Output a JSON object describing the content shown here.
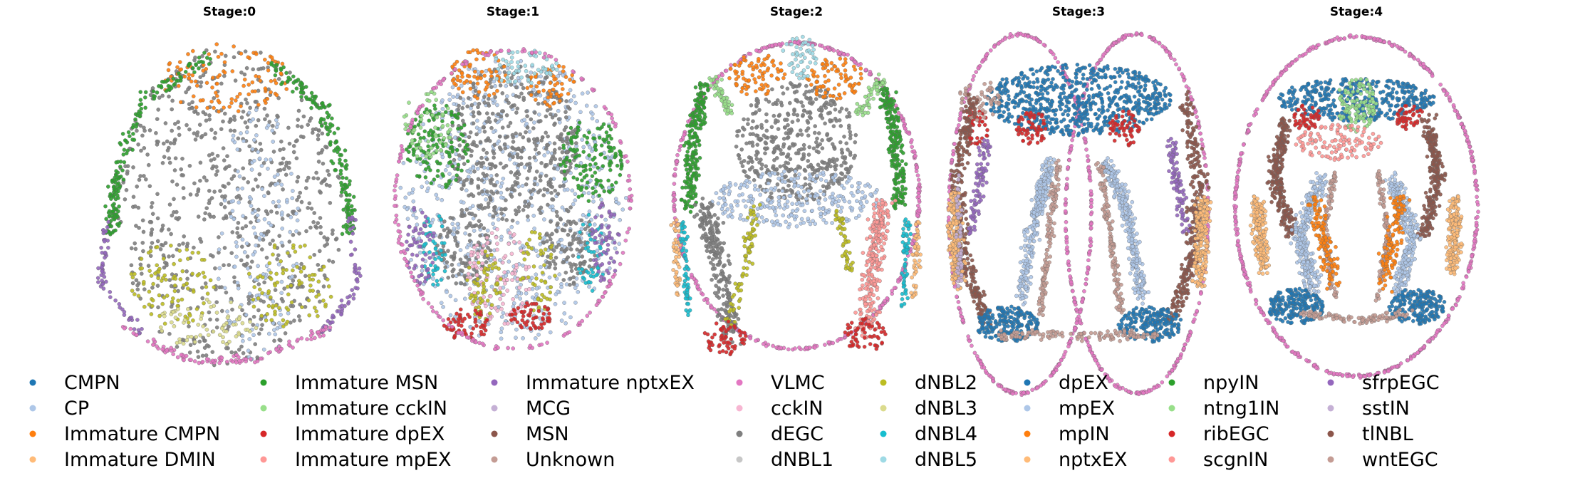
{
  "chart_data": {
    "type": "scatter",
    "description_free": true,
    "grid": false,
    "axes_visible": false,
    "legend_placement": "bottom",
    "panels": [
      {
        "title": "Stage:0",
        "outline": "none",
        "shape": "egg"
      },
      {
        "title": "Stage:1",
        "outline": "partial",
        "shape": "oval"
      },
      {
        "title": "Stage:2",
        "outline": "full",
        "shape": "u-shape"
      },
      {
        "title": "Stage:3",
        "outline": "full",
        "shape": "double-loop"
      },
      {
        "title": "Stage:4",
        "outline": "full",
        "shape": "double-loop"
      }
    ],
    "legend": [
      {
        "name": "CMPN",
        "color": "#1f77b4"
      },
      {
        "name": "CP",
        "color": "#aec7e8"
      },
      {
        "name": "Immature CMPN",
        "color": "#ff7f0e"
      },
      {
        "name": "Immature DMIN",
        "color": "#ffbb78"
      },
      {
        "name": "Immature MSN",
        "color": "#2ca02c"
      },
      {
        "name": "Immature cckIN",
        "color": "#98df8a"
      },
      {
        "name": "Immature dpEX",
        "color": "#d62728"
      },
      {
        "name": "Immature mpEX",
        "color": "#ff9896"
      },
      {
        "name": "Immature nptxEX",
        "color": "#9467bd"
      },
      {
        "name": "MCG",
        "color": "#c5b0d5"
      },
      {
        "name": "MSN",
        "color": "#8c564b"
      },
      {
        "name": "Unknown",
        "color": "#c49c94"
      },
      {
        "name": "VLMC",
        "color": "#e377c2"
      },
      {
        "name": "cckIN",
        "color": "#f7b6d2"
      },
      {
        "name": "dEGC",
        "color": "#7f7f7f"
      },
      {
        "name": "dNBL1",
        "color": "#c7c7c7"
      },
      {
        "name": "dNBL2",
        "color": "#bcbd22"
      },
      {
        "name": "dNBL3",
        "color": "#dbdb8d"
      },
      {
        "name": "dNBL4",
        "color": "#17becf"
      },
      {
        "name": "dNBL5",
        "color": "#9edae5"
      },
      {
        "name": "dpEX",
        "color": "#1f77b4"
      },
      {
        "name": "mpEX",
        "color": "#aec7e8"
      },
      {
        "name": "mpIN",
        "color": "#ff7f0e"
      },
      {
        "name": "nptxEX",
        "color": "#ffbb78"
      },
      {
        "name": "npyIN",
        "color": "#2ca02c"
      },
      {
        "name": "ntng1IN",
        "color": "#98df8a"
      },
      {
        "name": "ribEGC",
        "color": "#d62728"
      },
      {
        "name": "scgnIN",
        "color": "#ff9896"
      },
      {
        "name": "sfrpEGC",
        "color": "#9467bd"
      },
      {
        "name": "sstIN",
        "color": "#c5b0d5"
      },
      {
        "name": "tlNBL",
        "color": "#8c564b"
      },
      {
        "name": "wntEGC",
        "color": "#c49c94"
      }
    ]
  }
}
